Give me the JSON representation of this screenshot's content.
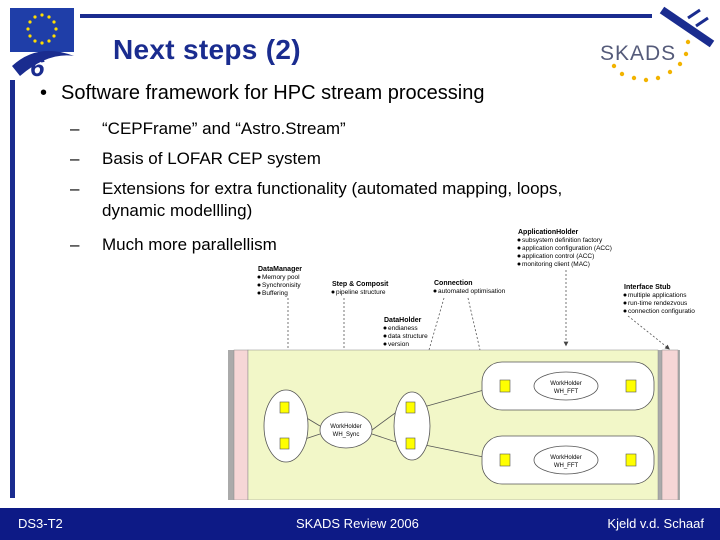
{
  "header": {
    "title": "Next steps (2)",
    "logo_text": "SKADS",
    "eu_logo_number": "6"
  },
  "content": {
    "bullet": "Software framework for HPC stream processing",
    "subitems": [
      "“CEPFrame” and “Astro.Stream”",
      "Basis of LOFAR CEP system",
      "Extensions for extra functionality (automated mapping, loops,",
      "dynamic modellling)",
      "Much more parallellism"
    ]
  },
  "diagram": {
    "application_holder": {
      "title": "ApplicationHolder",
      "items": [
        "subsystem definition factory",
        "application configuration (ACC)",
        "application control (ACC)",
        "monitoring client (MAC)"
      ]
    },
    "data_manager": {
      "title": "DataManager",
      "items": [
        "Memory pool",
        "Synchronisity",
        "Buffering"
      ]
    },
    "step_composit": {
      "title": "Step & Composit",
      "items": [
        "pipeline structure"
      ]
    },
    "connection": {
      "title": "Connection",
      "items": [
        "automated optimisation"
      ]
    },
    "interface_stub": {
      "title": "Interface Stub",
      "items": [
        "multiple applications",
        "run-time rendezvous",
        "connection configuratio"
      ]
    },
    "data_holder": {
      "title": "DataHolder",
      "items": [
        "endianess",
        "data structure",
        "version"
      ]
    },
    "workholders": [
      {
        "name": "WorkHolder",
        "sub": "WH_Sync"
      },
      {
        "name": "WorkHolder",
        "sub": "WH_FFT"
      },
      {
        "name": "WorkHolder",
        "sub": "WH_FFT"
      }
    ]
  },
  "footer": {
    "left": "DS3-T2",
    "center": "SKADS Review 2006",
    "right": "Kjeld v.d. Schaaf"
  },
  "colors": {
    "title_blue": "#1a2c8f",
    "footer_bg": "#0d1a86",
    "diagram_yellow": "#f2f7c8",
    "side_pink": "#f6d6d6",
    "node_yellow": "#ffff00"
  }
}
